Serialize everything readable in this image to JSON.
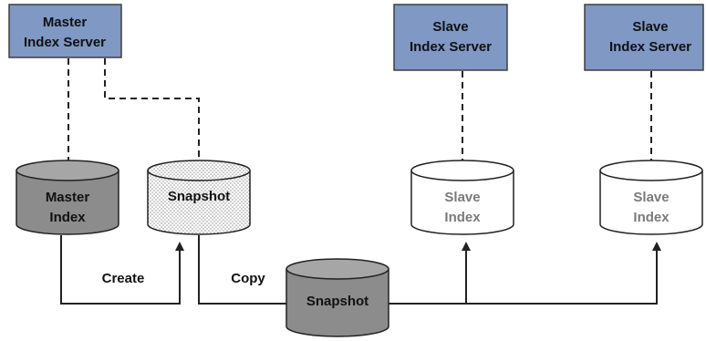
{
  "servers": {
    "master": {
      "line1": "Master",
      "line2": "Index Server"
    },
    "slave1": {
      "line1": "Slave",
      "line2": "Index Server"
    },
    "slave2": {
      "line1": "Slave",
      "line2": "Index Server"
    }
  },
  "cylinders": {
    "master_index": {
      "line1": "Master",
      "line2": "Index"
    },
    "snapshot_top": {
      "label": "Snapshot"
    },
    "snapshot_bottom": {
      "label": "Snapshot"
    },
    "slave_index_1": {
      "line1": "Slave",
      "line2": "Index"
    },
    "slave_index_2": {
      "line1": "Slave",
      "line2": "Index"
    }
  },
  "edges": {
    "create_label": "Create",
    "copy_label": "Copy"
  },
  "colors": {
    "server_fill": "#7f98c4",
    "server_stroke": "#3f3f3f",
    "dark_cylinder": "#8c8c8c",
    "dark_cylinder_top": "#a6a6a6",
    "white_cylinder": "#ffffff",
    "slave_text": "#7a7a7a",
    "line": "#222222"
  }
}
